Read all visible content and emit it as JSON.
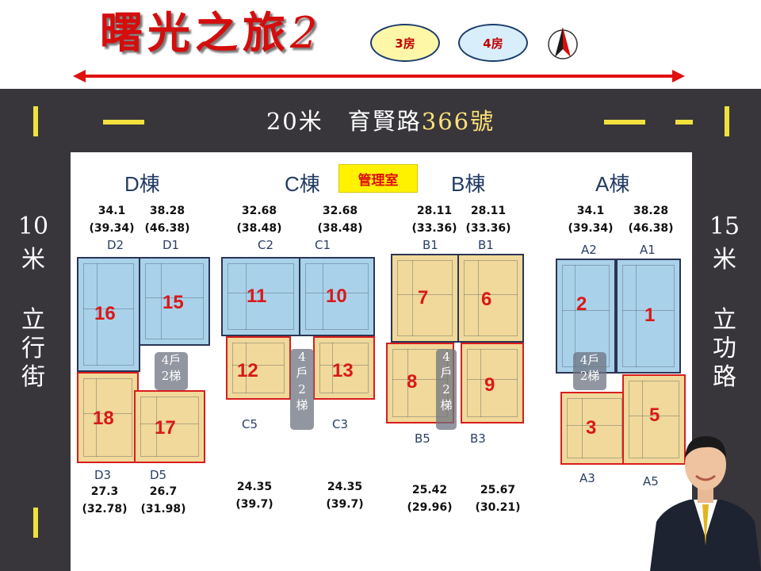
{
  "header": {
    "title_main": "曙光之旅",
    "title_num": "2",
    "pill_3room": "3房",
    "pill_4room": "4房"
  },
  "roads": {
    "top_prefix": "20米　育賢路",
    "top_number": "366號",
    "left_width": "10",
    "left_unit": "米",
    "left_name": [
      "立",
      "行",
      "街"
    ],
    "right_width": "15",
    "right_unit": "米",
    "right_name": [
      "立",
      "功",
      "路"
    ]
  },
  "plan": {
    "buildings": [
      "D棟",
      "C棟",
      "B棟",
      "A棟"
    ],
    "management": "管理室",
    "top_areas": [
      {
        "code": "D2",
        "area": "34.1",
        "total": "(39.34)"
      },
      {
        "code": "D1",
        "area": "38.28",
        "total": "(46.38)"
      },
      {
        "code": "C2",
        "area": "32.68",
        "total": "(38.48)"
      },
      {
        "code": "C1",
        "area": "32.68",
        "total": "(38.48)"
      },
      {
        "code": "B1",
        "area": "28.11",
        "total": "(33.36)"
      },
      {
        "code": "B1",
        "area": "28.11",
        "total": "(33.36)"
      },
      {
        "code": "A2",
        "area": "34.1",
        "total": "(39.34)"
      },
      {
        "code": "A1",
        "area": "38.28",
        "total": "(46.38)"
      }
    ],
    "bottom_areas": [
      {
        "code": "D3",
        "area": "27.3",
        "total": "(32.78)"
      },
      {
        "code": "D5",
        "area": "26.7",
        "total": "(31.98)"
      },
      {
        "code": "C5",
        "area": "24.35",
        "total": "(39.7)"
      },
      {
        "code": "C3",
        "area": "24.35",
        "total": "(39.7)"
      },
      {
        "code": "B5",
        "area": "25.42",
        "total": "(29.96)"
      },
      {
        "code": "B3",
        "area": "25.67",
        "total": "(30.21)"
      },
      {
        "code": "A3",
        "area": "",
        "total": ""
      },
      {
        "code": "A5",
        "area": "",
        "total": ""
      }
    ],
    "unit_numbers": [
      "16",
      "15",
      "11",
      "10",
      "7",
      "6",
      "2",
      "1",
      "18",
      "17",
      "12",
      "13",
      "8",
      "9",
      "3",
      "5"
    ],
    "core_label_h": [
      "4戶",
      "2梯"
    ],
    "core_label_v": [
      "4",
      "戶",
      "2",
      "梯"
    ]
  },
  "colors": {
    "title_red": "#d40d0d",
    "frame": "#38363b",
    "road_mark": "#f2e13c",
    "four_room_blue": "#a9d2ea",
    "three_room_yellow": "#f0d99a"
  }
}
